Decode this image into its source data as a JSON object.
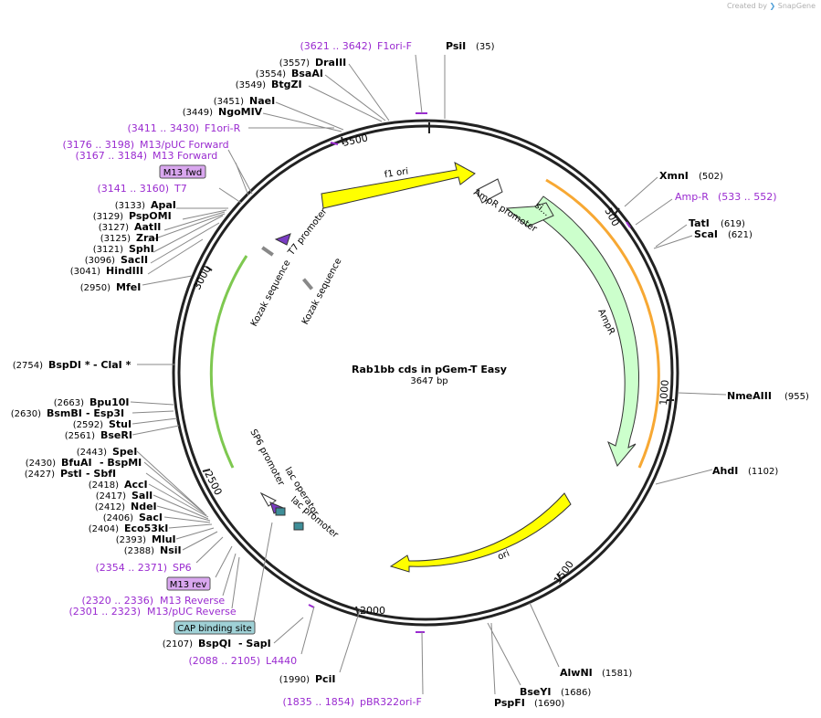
{
  "header": {
    "created_by": "Created by",
    "brand": "SnapGene"
  },
  "plasmid": {
    "name": "Rab1bb cds in pGem-T Easy",
    "length_label": "3647 bp"
  },
  "ticks": [
    "500",
    "1000",
    "1500",
    "2000",
    "2500",
    "3000",
    "3500"
  ],
  "sites_right": [
    {
      "name": "PsiI",
      "pos": "(35)"
    },
    {
      "name": "XmnI",
      "pos": "(502)"
    },
    {
      "name": "TatI",
      "pos": "(619)"
    },
    {
      "name": "ScaI",
      "pos": "(621)"
    },
    {
      "name": "NmeAIII",
      "pos": "(955)"
    },
    {
      "name": "AhdI",
      "pos": "(1102)"
    },
    {
      "name": "AlwNI",
      "pos": "(1581)"
    },
    {
      "name": "BseYI",
      "pos": "(1686)"
    },
    {
      "name": "PspFI",
      "pos": "(1690)"
    },
    {
      "name": "PciI",
      "pos": "(1990)"
    }
  ],
  "sites_left": [
    {
      "pos": "(3557)",
      "name": "DraIII"
    },
    {
      "pos": "(3554)",
      "name": "BsaAI"
    },
    {
      "pos": "(3549)",
      "name": "BtgZI"
    },
    {
      "pos": "(3451)",
      "name": "NaeI"
    },
    {
      "pos": "(3449)",
      "name": "NgoMIV"
    },
    {
      "pos": "(3133)",
      "name": "ApaI"
    },
    {
      "pos": "(3129)",
      "name": "PspOMI"
    },
    {
      "pos": "(3127)",
      "name": "AatII"
    },
    {
      "pos": "(3125)",
      "name": "ZraI"
    },
    {
      "pos": "(3121)",
      "name": "SphI"
    },
    {
      "pos": "(3096)",
      "name": "SacII"
    },
    {
      "pos": "(3041)",
      "name": "HindIII"
    },
    {
      "pos": "(2950)",
      "name": "MfeI"
    },
    {
      "pos": "(2754)",
      "name": "BspDI *",
      "name2": "- ClaI *"
    },
    {
      "pos": "(2663)",
      "name": "Bpu10I"
    },
    {
      "pos": "(2630)",
      "name": "BsmBI",
      "name2": "- Esp3I"
    },
    {
      "pos": "(2592)",
      "name": "StuI"
    },
    {
      "pos": "(2561)",
      "name": "BseRI"
    },
    {
      "pos": "(2443)",
      "name": "SpeI"
    },
    {
      "pos": "(2430)",
      "name": "BfuAI",
      "name2": "- BspMI"
    },
    {
      "pos": "(2427)",
      "name": "PstI",
      "name2": "- SbfI"
    },
    {
      "pos": "(2418)",
      "name": "AccI"
    },
    {
      "pos": "(2417)",
      "name": "SalI"
    },
    {
      "pos": "(2412)",
      "name": "NdeI"
    },
    {
      "pos": "(2406)",
      "name": "SacI"
    },
    {
      "pos": "(2404)",
      "name": "Eco53kI"
    },
    {
      "pos": "(2393)",
      "name": "MluI"
    },
    {
      "pos": "(2388)",
      "name": "NsiI"
    },
    {
      "pos": "(2107)",
      "name": "BspQI",
      "name2": "- SapI"
    }
  ],
  "primers": [
    {
      "range": "(3621 .. 3642)",
      "name": "F1ori-F"
    },
    {
      "range": "(3411 .. 3430)",
      "name": "F1ori-R"
    },
    {
      "range": "(3176 .. 3198)",
      "name": "M13/pUC Forward"
    },
    {
      "range": "(3167 .. 3184)",
      "name": "M13 Forward"
    },
    {
      "range": "(3141 .. 3160)",
      "name": "T7"
    },
    {
      "range": "(533 .. 552)",
      "name": "Amp-R"
    },
    {
      "range": "(2354 .. 2371)",
      "name": "SP6"
    },
    {
      "range": "(2320 .. 2336)",
      "name": "M13 Reverse"
    },
    {
      "range": "(2301 .. 2323)",
      "name": "M13/pUC Reverse"
    },
    {
      "range": "(2088 .. 2105)",
      "name": "L4440"
    },
    {
      "range": "(1835 .. 1854)",
      "name": "pBR322ori-F"
    }
  ],
  "boxed_labels": {
    "m13_fwd": "M13 fwd",
    "m13_rev": "M13 rev",
    "cap": "CAP binding site"
  },
  "features": {
    "f1_ori": "f1 ori",
    "ampr_promoter": "AmpR promoter",
    "sig": "si...",
    "ampr": "AmpR",
    "ori": "ori",
    "t7_promoter": "T7 promoter",
    "kozak1": "Kozak sequence",
    "kozak2": "Kozak sequence",
    "sp6_promoter": "SP6 promoter",
    "lac_operator": "lac operator",
    "lac_promoter": "lac promoter"
  },
  "colors": {
    "f1_ori": "#ffff00",
    "ampr": "#ccffcc",
    "ori": "#ffff00",
    "primer": "#9a2bd0",
    "orange_arc": "#f7a833",
    "green_arc": "#7ec850",
    "m13_box": "#d9a7ef",
    "cap_box": "#9fd1d6",
    "lac_box": "#3e8e98"
  }
}
